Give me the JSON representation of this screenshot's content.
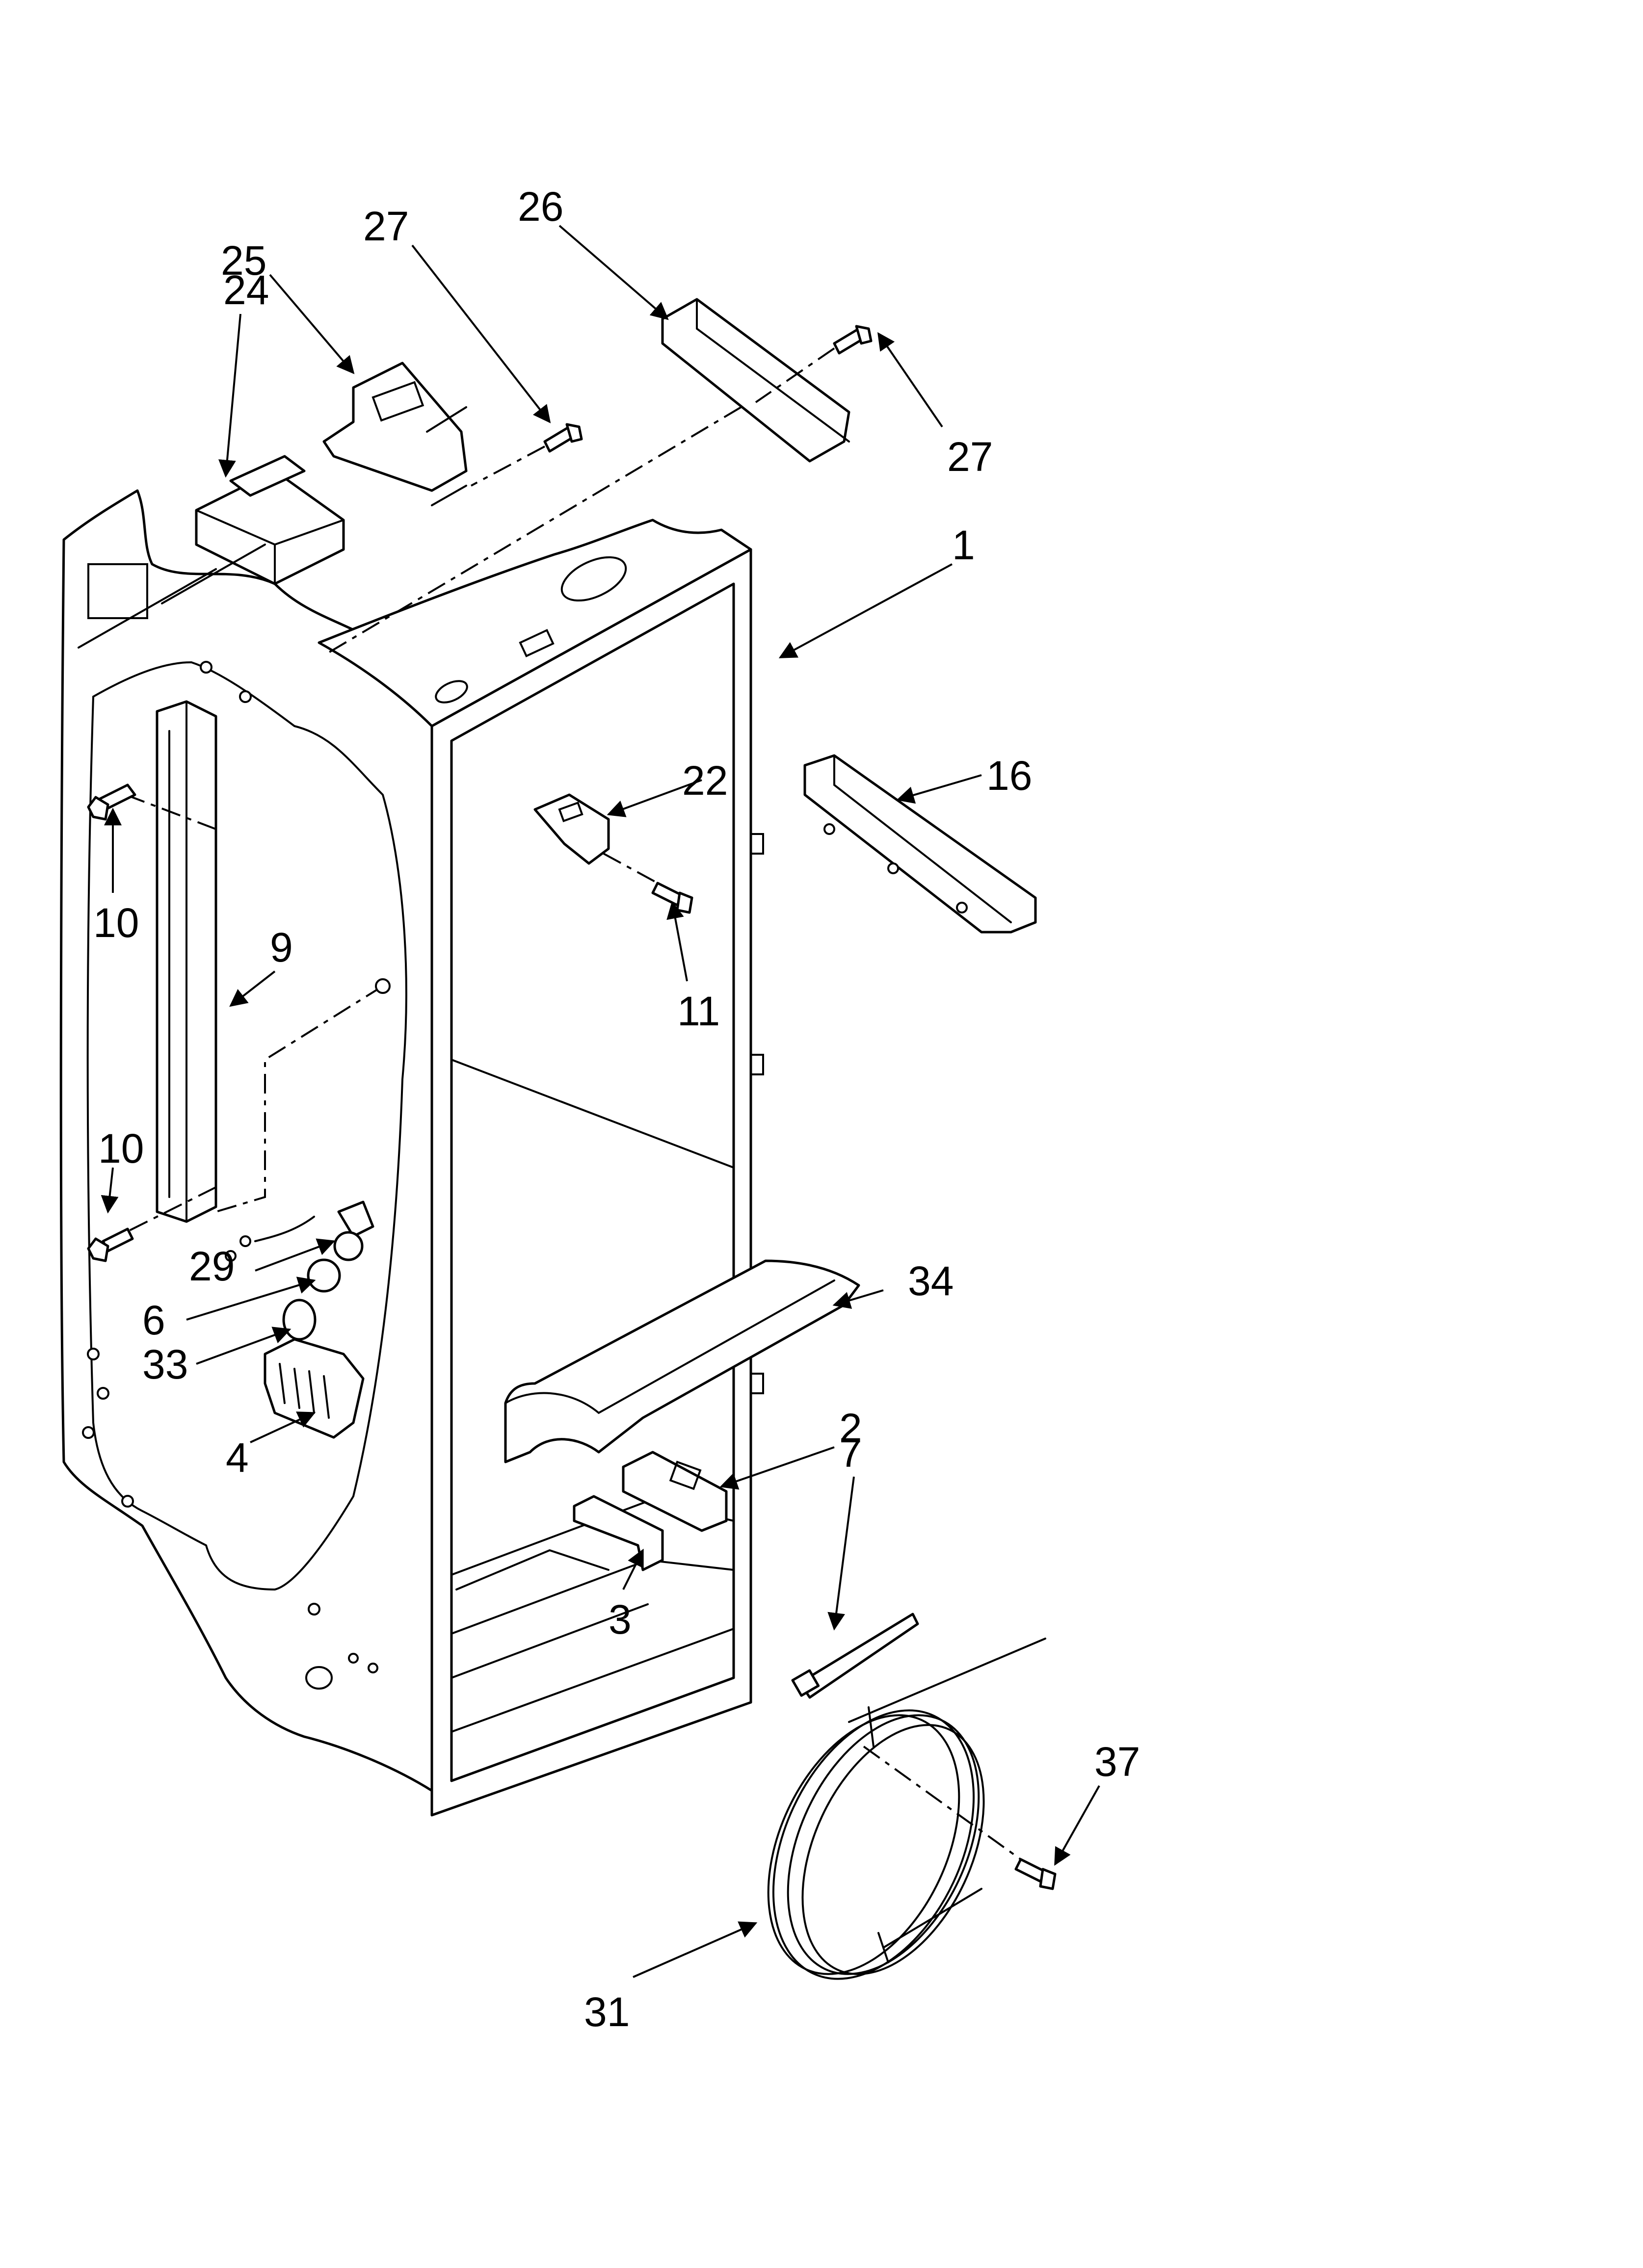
{
  "colors": {
    "line": "#000000",
    "background": "#ffffff"
  },
  "callouts": {
    "c1": "1",
    "c2": "2",
    "c3": "3",
    "c4": "4",
    "c6": "6",
    "c7": "7",
    "c9": "9",
    "c10a": "10",
    "c10b": "10",
    "c11": "11",
    "c16": "16",
    "c22": "22",
    "c24": "24",
    "c25": "25",
    "c26": "26",
    "c27a": "27",
    "c27b": "27",
    "c29": "29",
    "c31": "31",
    "c33": "33",
    "c34": "34",
    "c37": "37"
  }
}
